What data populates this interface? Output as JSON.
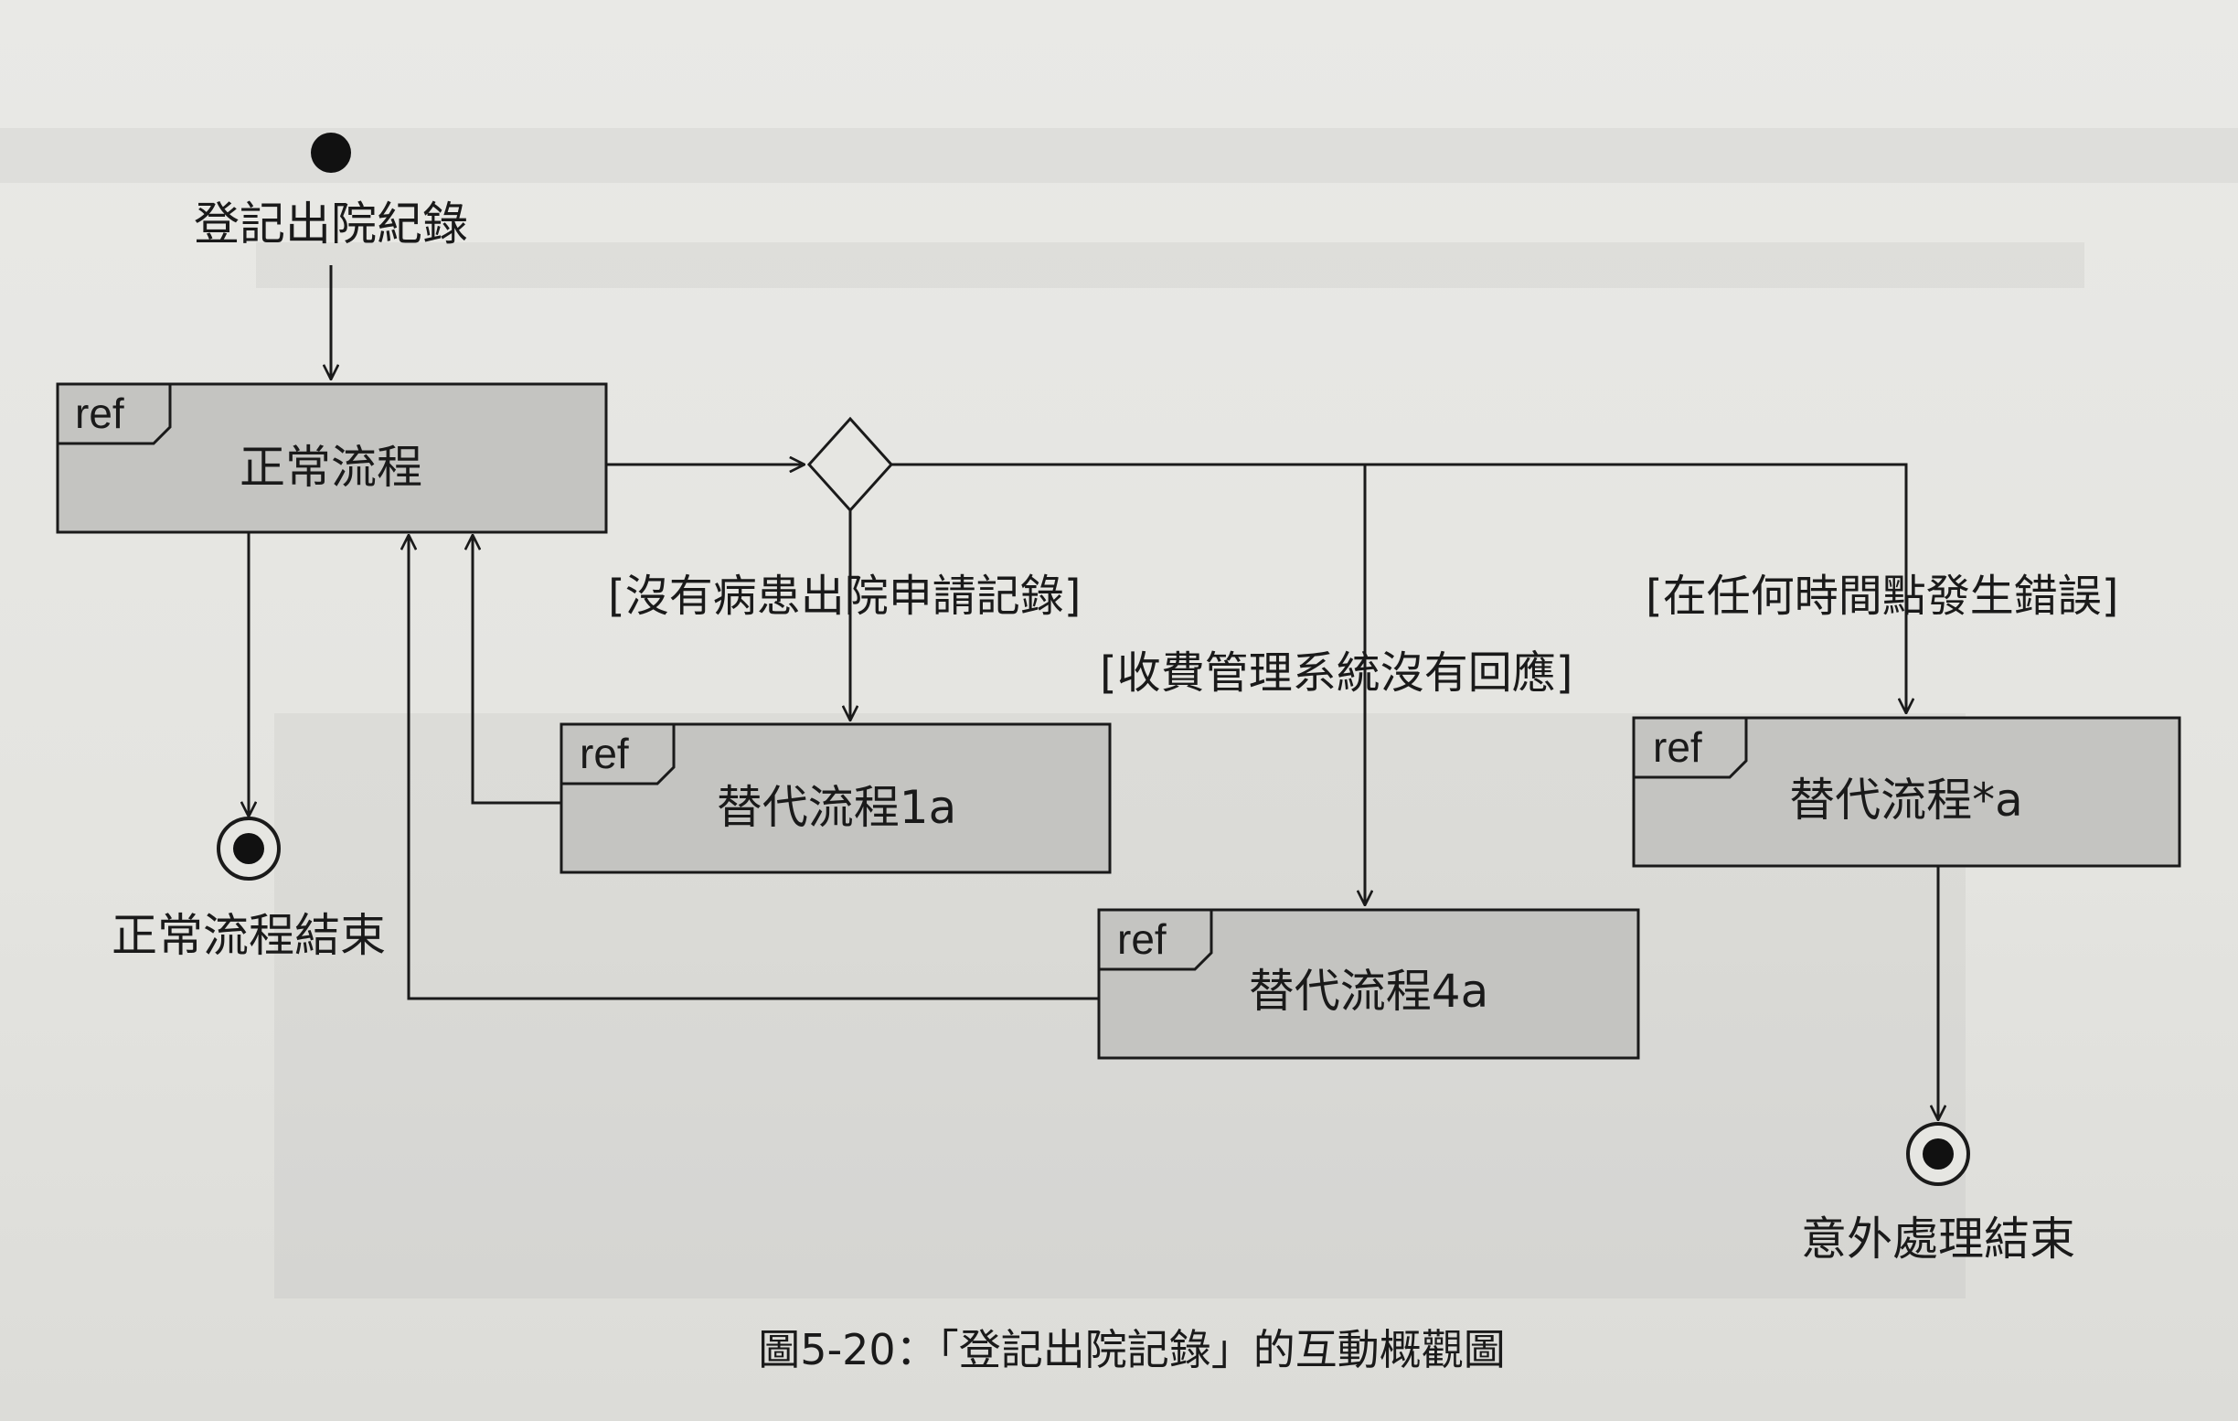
{
  "diagram": {
    "start_label": "登記出院紀錄",
    "fragments": {
      "normal": {
        "tag": "ref",
        "label": "正常流程"
      },
      "alt1a": {
        "tag": "ref",
        "label": "替代流程1a"
      },
      "alt4a": {
        "tag": "ref",
        "label": "替代流程4a"
      },
      "altStar": {
        "tag": "ref",
        "label": "替代流程*a"
      }
    },
    "guards": {
      "g1": "[沒有病患出院申請記錄]",
      "g4": "[收費管理系統沒有回應]",
      "gStar": "[在任何時間點發生錯誤]"
    },
    "end_labels": {
      "normal_end": "正常流程結束",
      "exception_end": "意外處理結束"
    },
    "caption": "圖5-20：「登記出院記錄」的互動概觀圖"
  },
  "colors": {
    "fragment_fill": "#c4c4c1",
    "line": "#1a1a1a"
  }
}
